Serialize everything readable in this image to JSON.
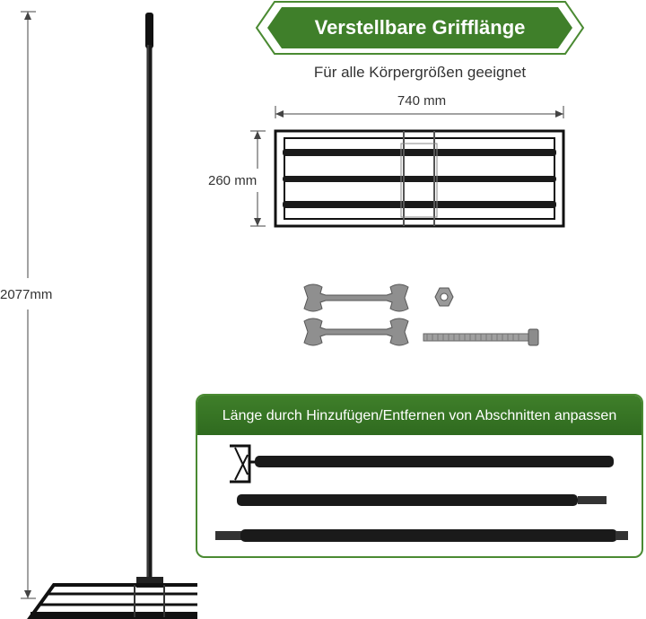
{
  "banner": {
    "title": "Verstellbare Grifflänge"
  },
  "subtitle": "Für alle Körpergrößen geeignet",
  "dimensions": {
    "height": "2077mm",
    "width": "740 mm",
    "depth": "260 mm"
  },
  "sections_box": {
    "header": "Länge durch Hinzufügen/Entfernen von Abschnitten anpassen"
  },
  "colors": {
    "accent_green": "#3f7f2a",
    "metal_dark": "#1a1a1a",
    "hardware_gray": "#8a8a8a"
  },
  "icons": [
    "wrench-icon",
    "nut-icon",
    "bolt-icon"
  ]
}
